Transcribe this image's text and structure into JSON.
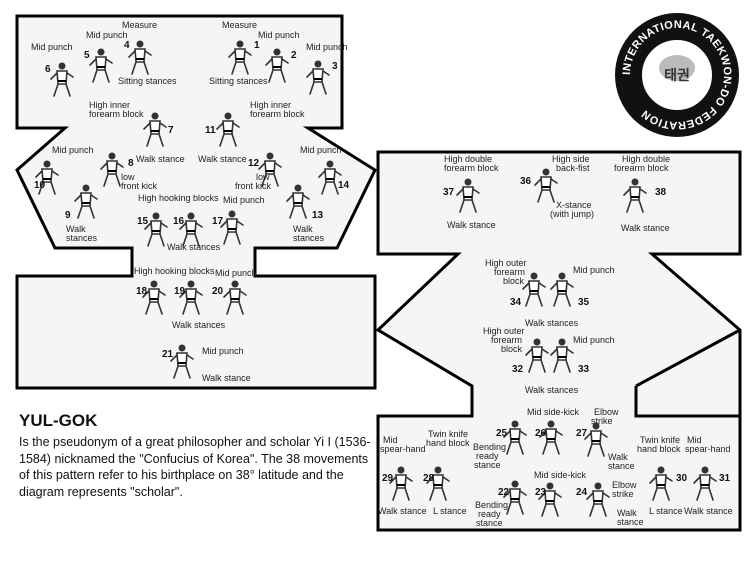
{
  "title": "YUL-GOK",
  "description": "Is the pseudonym of a great philosopher and scholar Yi I (1536-1584) nicknamed the \"Confucius of Korea\". The 38 movements of this pattern refer to his birthplace on 38° latitude and the diagram represents \"scholar\".",
  "logo": {
    "ring_text": "INTERNATIONAL TAEKWON-DO FEDERATION",
    "center_text": "태권",
    "colors": {
      "ring": "#111111",
      "text": "#ffffff",
      "fist": "#bbbbbb"
    }
  },
  "colors": {
    "panel_fill": "#f5f5f5",
    "panel_stroke": "#000000",
    "figure": "#333333"
  },
  "labels": {
    "l1": "Measure",
    "l2": "Measure",
    "l3": "Mid punch",
    "l4": "Mid punch",
    "l5": "Mid punch",
    "l6": "Mid punch",
    "l7": "Sitting stances",
    "l8": "Sitting stances",
    "l9": "High inner",
    "l10": "forearm block",
    "l11": "High inner",
    "l12": "forearm block",
    "l13": "Walk stance",
    "l14": "Walk stance",
    "l15": "Mid punch",
    "l16": "Mid punch",
    "l17": "low",
    "l18": "front kick",
    "l19": "low",
    "l20": "front kick",
    "l21": "Walk",
    "l22": "stances",
    "l23": "Walk",
    "l24": "stances",
    "l25": "High hooking blocks",
    "l26": "Mid punch",
    "l27": "Walk stances",
    "l28": "High hooking blocks",
    "l29": "Mid punch",
    "l30": "Walk stances",
    "l31": "Mid punch",
    "l32": "Walk stance",
    "l33": "High double",
    "l34": "forearm block",
    "l35": "Walk stance",
    "l36": "High side",
    "l37": "back-fist",
    "l38": "X-stance",
    "l39": "(with jump)",
    "l40": "High double",
    "l41": "forearm block",
    "l42": "Walk stance",
    "l43": "High outer",
    "l44": "forearm",
    "l45": "block",
    "l46": "Mid punch",
    "l47": "Walk stances",
    "l48": "High outer",
    "l49": "forearm",
    "l50": "block",
    "l51": "Mid punch",
    "l52": "Walk stances",
    "l53": "Mid side-kick",
    "l54": "Elbow",
    "l55": "strike",
    "l56": "Walk",
    "l57": "stance",
    "l58": "Bending",
    "l59": "ready",
    "l60": "stance",
    "l61": "Mid side-kick",
    "l62": "Elbow",
    "l63": "strike",
    "l64": "Walk",
    "l65": "stance",
    "l66": "Bending",
    "l67": "ready",
    "l68": "stance",
    "l69": "Mid",
    "l70": "spear-hand",
    "l71": "Twin knife",
    "l72": "hand block",
    "l73": "Walk stance",
    "l74": "L stance",
    "l75": "Twin knife",
    "l76": "hand block",
    "l77": "Mid",
    "l78": "spear-hand",
    "l79": "L stance",
    "l80": "Walk stance"
  },
  "numbers": {
    "n1": "1",
    "n2": "2",
    "n3": "3",
    "n4": "4",
    "n5": "5",
    "n6": "6",
    "n7": "7",
    "n8": "8",
    "n9": "9",
    "n10": "10",
    "n11": "11",
    "n12": "12",
    "n13": "13",
    "n14": "14",
    "n15": "15",
    "n16": "16",
    "n17": "17",
    "n18": "18",
    "n19": "19",
    "n20": "20",
    "n21": "21",
    "n22": "22",
    "n23": "23",
    "n24": "24",
    "n25": "25",
    "n26": "26",
    "n27": "27",
    "n28": "28",
    "n29": "29",
    "n30": "30",
    "n31": "31",
    "n32": "32",
    "n33": "33",
    "n34": "34",
    "n35": "35",
    "n36": "36",
    "n37": "37",
    "n38": "38"
  }
}
